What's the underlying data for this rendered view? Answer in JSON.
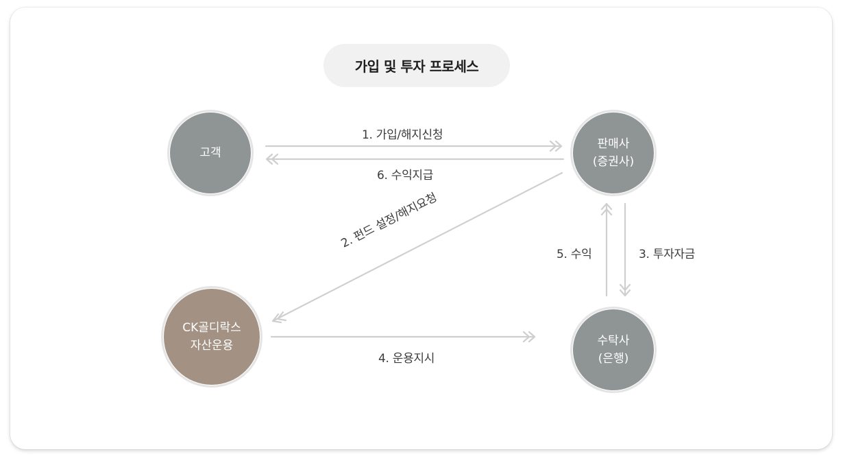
{
  "title": "가입 및 투자 프로세스",
  "nodes": {
    "customer": {
      "line1": "고객"
    },
    "seller": {
      "line1": "판매사",
      "line2": "(증권사)"
    },
    "asset_manager": {
      "line1": "CK골디락스",
      "line2": "자산운용"
    },
    "trustee": {
      "line1": "수탁사",
      "line2": "(은행)"
    }
  },
  "flows": {
    "step1": "1. 가입/해지신청",
    "step2": "2. 펀드 설정/해지요청",
    "step3": "3. 투자자금",
    "step4": "4. 운용지시",
    "step5": "5. 수익",
    "step6": "6. 수익지급"
  },
  "colors": {
    "node_gray": "#8f9494",
    "node_brown": "#a39283",
    "arrow": "#cfcfcf",
    "title_bg": "#f1f1f1"
  }
}
